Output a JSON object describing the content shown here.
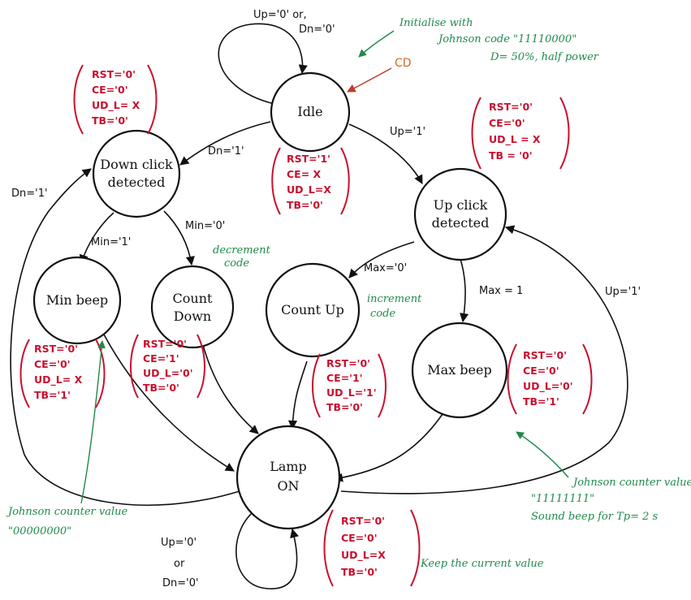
{
  "colors": {
    "ink": "#111111",
    "outputs": "#c8102e",
    "notes": "#1f8a4c",
    "cd": "#d2691e"
  },
  "states": {
    "idle": [
      "Idle"
    ],
    "down_click": [
      "Down click",
      "detected"
    ],
    "up_click": [
      "Up click",
      "detected"
    ],
    "min_beep": [
      "Min beep"
    ],
    "count_down": [
      "Count",
      "Down"
    ],
    "count_up": [
      "Count Up"
    ],
    "max_beep": [
      "Max beep"
    ],
    "lamp_on": [
      "Lamp",
      "ON"
    ]
  },
  "transitions": {
    "idle_self": [
      "Up='0' or,",
      "Dn='0'"
    ],
    "idle_to_down": "Dn='1'",
    "idle_to_up": "Up='1'",
    "down_to_min": "Min='1'",
    "down_to_count": "Min='0'",
    "up_to_count": "Max='0'",
    "up_to_max": "Max = 1",
    "lamp_to_up": "Up='1'",
    "lamp_to_down": "Dn='1'",
    "lamp_self": [
      "Up='0'",
      "or",
      "Dn='0'"
    ]
  },
  "outputs": {
    "idle": [
      "RST='1'",
      "CE= X",
      "UD_L=X",
      "TB='0'"
    ],
    "down_click": [
      "RST='0'",
      "CE='0'",
      "UD_L= X",
      "TB='0'"
    ],
    "up_click": [
      "RST='0'",
      "CE='0'",
      "UD_L = X",
      "TB = '0'"
    ],
    "min_beep": [
      "RST='0'",
      "CE='0'",
      "UD_L= X",
      "TB='1'"
    ],
    "count_down": [
      "RST='0'",
      "CE='1'",
      "UD_L='0'",
      "TB='0'"
    ],
    "count_up": [
      "RST='0'",
      "CE='1'",
      "UD_L='1'",
      "TB='0'"
    ],
    "max_beep": [
      "RST='0'",
      "CE='0'",
      "UD_L='0'",
      "TB='1'"
    ],
    "lamp_on": [
      "RST='0'",
      "CE='0'",
      "UD_L=X",
      "TB='0'"
    ]
  },
  "notes": {
    "init": [
      "Initialise with",
      "Johnson code \"11110000\"",
      "D= 50%, half power"
    ],
    "cd": "CD",
    "decrement": [
      "decrement",
      "code"
    ],
    "increment": [
      "increment",
      "code"
    ],
    "johnson_max": [
      "Johnson counter value",
      "\"11111111\"",
      "Sound beep for Tp= 2 s"
    ],
    "johnson_min": [
      "Johnson counter value",
      "\"00000000\""
    ],
    "keep": "Keep the current value"
  }
}
